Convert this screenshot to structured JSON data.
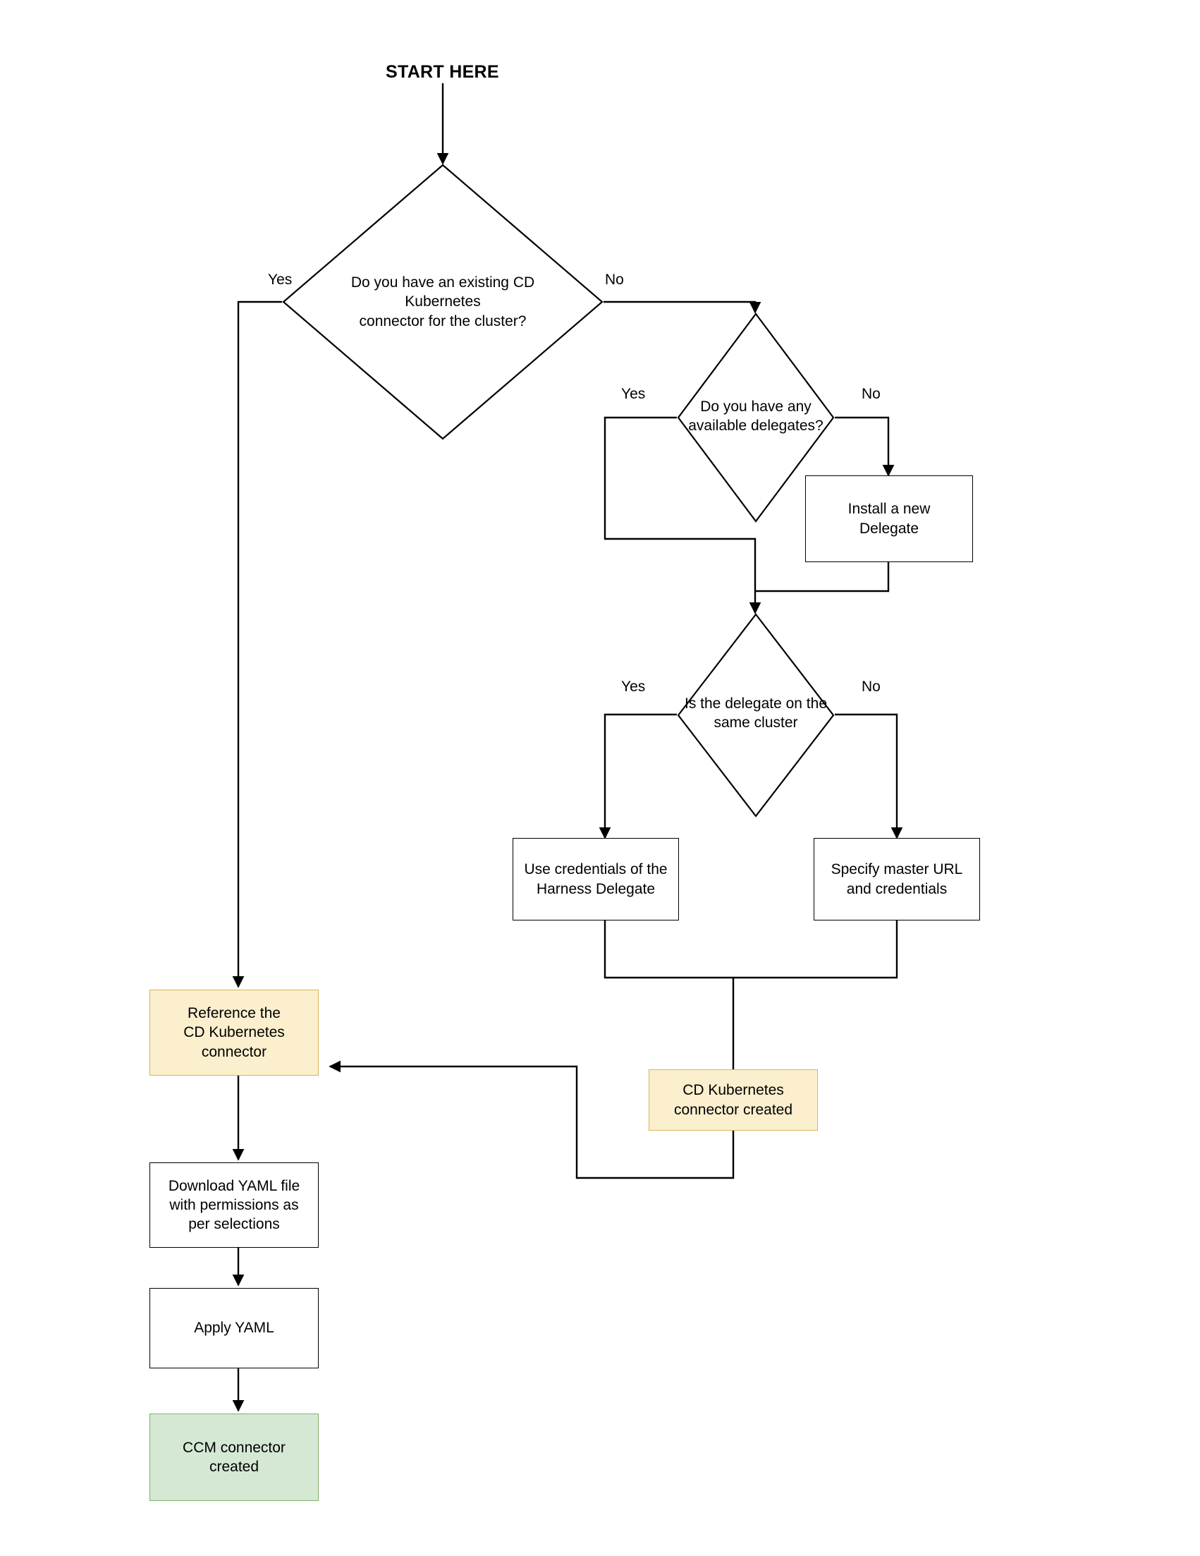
{
  "diagram": {
    "title": "START HERE",
    "type": "flowchart",
    "colors": {
      "yellow_fill": "#fbefce",
      "yellow_stroke": "#d6b656",
      "green_fill": "#d5e8d4",
      "green_stroke": "#82b366",
      "default_fill": "#ffffff",
      "default_stroke": "#000000",
      "background": "#ffffff"
    },
    "nodes": [
      {
        "id": "d1",
        "shape": "diamond",
        "text": "Do you have an existing CD Kubernetes connector for the cluster?",
        "lines": [
          "Do you have an existing CD",
          "Kubernetes",
          "connector for the cluster?"
        ]
      },
      {
        "id": "d2",
        "shape": "diamond",
        "text": "Do you have any available delegates?",
        "lines": [
          "Do you have any",
          "available delegates?"
        ]
      },
      {
        "id": "b_install",
        "shape": "box",
        "text": "Install a new Delegate",
        "lines": [
          "Install a new",
          "Delegate"
        ]
      },
      {
        "id": "d3",
        "shape": "diamond",
        "text": "Is the delegate on the same cluster",
        "lines": [
          "Is the delegate on the",
          "same cluster"
        ]
      },
      {
        "id": "b_usecreds",
        "shape": "box",
        "text": "Use credentials of the Harness Delegate",
        "lines": [
          "Use credentials of the",
          "Harness Delegate"
        ]
      },
      {
        "id": "b_master",
        "shape": "box",
        "text": "Specify master URL and credentials",
        "lines": [
          "Specify master URL",
          "and credentials"
        ]
      },
      {
        "id": "b_reference",
        "shape": "box",
        "style": "yellow",
        "text": "Reference the CD Kubernetes connector",
        "lines": [
          "Reference the",
          "CD Kubernetes",
          "connector"
        ]
      },
      {
        "id": "b_cdcreated",
        "shape": "box",
        "style": "yellow",
        "text": "CD Kubernetes connector created",
        "lines": [
          "CD Kubernetes",
          "connector created"
        ]
      },
      {
        "id": "b_download",
        "shape": "box",
        "text": "Download YAML file with permissions as per selections",
        "lines": [
          "Download YAML file",
          "with permissions as",
          "per selections"
        ]
      },
      {
        "id": "b_apply",
        "shape": "box",
        "text": "Apply YAML",
        "lines": [
          "Apply YAML"
        ]
      },
      {
        "id": "b_ccm",
        "shape": "box",
        "style": "green",
        "text": "CCM connector created",
        "lines": [
          "CCM connector",
          "created"
        ]
      }
    ],
    "edge_labels": {
      "d1_yes": "Yes",
      "d1_no": "No",
      "d2_yes": "Yes",
      "d2_no": "No",
      "d3_yes": "Yes",
      "d3_no": "No"
    },
    "edges": [
      {
        "from": "start",
        "to": "d1",
        "label": ""
      },
      {
        "from": "d1",
        "to": "b_reference",
        "label": "Yes"
      },
      {
        "from": "d1",
        "to": "d2",
        "label": "No"
      },
      {
        "from": "d2",
        "to": "d3",
        "label": "Yes"
      },
      {
        "from": "d2",
        "to": "b_install",
        "label": "No"
      },
      {
        "from": "b_install",
        "to": "d3",
        "label": ""
      },
      {
        "from": "d3",
        "to": "b_usecreds",
        "label": "Yes"
      },
      {
        "from": "d3",
        "to": "b_master",
        "label": "No"
      },
      {
        "from": "b_usecreds",
        "to": "b_cdcreated",
        "label": ""
      },
      {
        "from": "b_master",
        "to": "b_cdcreated",
        "label": ""
      },
      {
        "from": "b_cdcreated",
        "to": "b_reference",
        "label": ""
      },
      {
        "from": "b_reference",
        "to": "b_download",
        "label": ""
      },
      {
        "from": "b_download",
        "to": "b_apply",
        "label": ""
      },
      {
        "from": "b_apply",
        "to": "b_ccm",
        "label": ""
      }
    ]
  }
}
